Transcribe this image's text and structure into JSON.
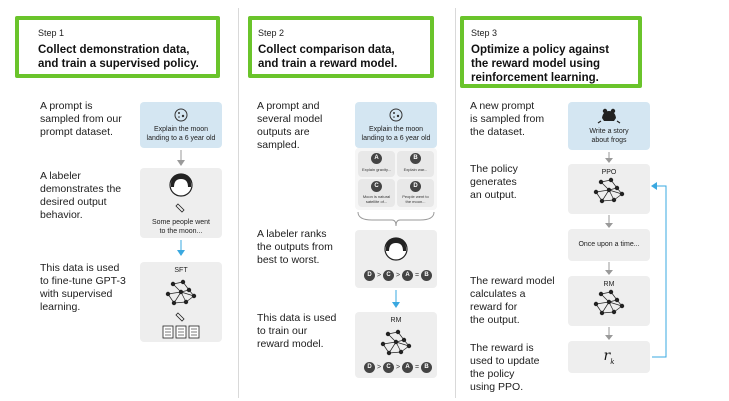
{
  "colors": {
    "green": "#6ac42b",
    "blue_card": "#d4e6f2",
    "gray_card": "#eeeeee",
    "arrow_blue": "#3aa8e0",
    "arrow_gray": "#9a9a9a"
  },
  "step1": {
    "label": "Step 1",
    "title": "Collect demonstration data,\nand train a supervised policy.",
    "desc1": "A prompt is\nsampled from our\nprompt dataset.",
    "desc2": "A labeler\ndemonstrates the\ndesired output\nbehavior.",
    "desc3": "This data is used\nto fine-tune GPT-3\nwith supervised\nlearning.",
    "prompt": "Explain the moon\nlanding to a 6 year old",
    "output": "Some people went\nto the moon...",
    "model": "SFT"
  },
  "step2": {
    "label": "Step 2",
    "title": "Collect comparison data,\nand train a reward model.",
    "desc1": "A prompt and\nseveral model\noutputs are\nsampled.",
    "desc2": "A labeler ranks\nthe outputs from\nbest to worst.",
    "desc3": "This data is used\nto train our\nreward model.",
    "prompt": "Explain the moon\nlanding to a 6 year old",
    "outputs": [
      {
        "letter": "A",
        "text": "Explain gravity..."
      },
      {
        "letter": "B",
        "text": "Explain war..."
      },
      {
        "letter": "C",
        "text": "Moon is natural\nsatellite of..."
      },
      {
        "letter": "D",
        "text": "People went to\nthe moon..."
      }
    ],
    "ranking": [
      "D",
      "C",
      "A",
      "B"
    ],
    "model": "RM"
  },
  "step3": {
    "label": "Step 3",
    "title": "Optimize a policy against\nthe reward model using\nreinforcement learning.",
    "desc1": "A new prompt\nis sampled from\nthe dataset.",
    "desc2": "The policy\ngenerates\nan output.",
    "desc3": "The reward model\ncalculates a\nreward for\nthe output.",
    "desc4": "The reward is\nused to update\nthe policy\nusing PPO.",
    "prompt": "Write a story\nabout frogs",
    "policy": "PPO",
    "output": "Once upon a time...",
    "model": "RM",
    "reward": "r",
    "reward_sub": "k"
  }
}
